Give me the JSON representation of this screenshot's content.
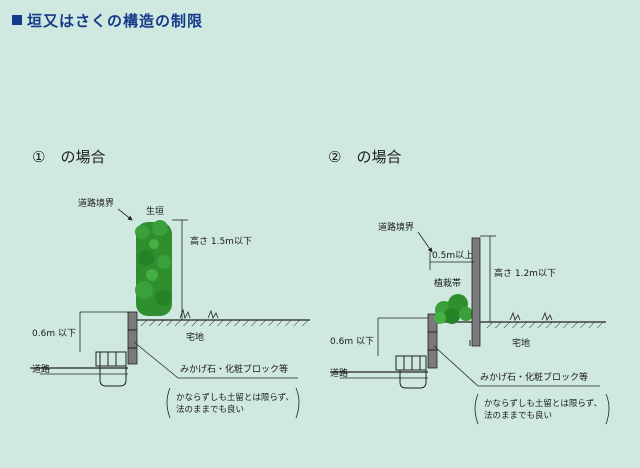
{
  "title": "垣又はさくの構造の制限",
  "case1": {
    "heading": "①　の場合",
    "road_boundary": "道路境界",
    "hedge": "生垣",
    "height": "高さ 1.5m以下",
    "depth": "0.6m 以下",
    "road": "道路",
    "lot": "宅地",
    "block": "みかげ石・化粧ブロック等",
    "note_line1": "かならずしも土留とは限らず、",
    "note_line2": "法のままでも良い"
  },
  "case2": {
    "heading": "②　の場合",
    "road_boundary": "道路境界",
    "setback": "0.5m以上",
    "planting": "植栽帯",
    "height": "高さ 1.2m以下",
    "depth": "0.6m 以下",
    "road": "道路",
    "lot": "宅地",
    "block": "みかげ石・化粧ブロック等",
    "note_line1": "かならずしも土留とは限らず、",
    "note_line2": "法のままでも良い"
  },
  "colors": {
    "background": "#cfe9e1",
    "title": "#163a8a",
    "hedge": "#2f8f2f",
    "wall": "#7a7a7a"
  }
}
